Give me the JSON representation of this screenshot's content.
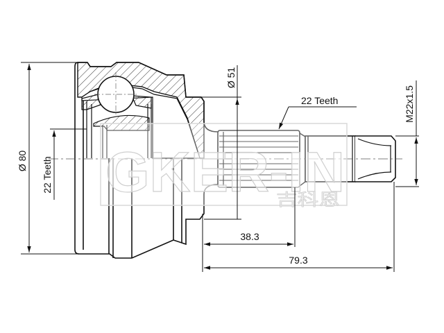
{
  "drawing": {
    "subject": "CV joint (outer) technical drawing",
    "colors": {
      "line": "#111111",
      "hatch": "#333333",
      "center_line": "#555555",
      "watermark": "#cfcfcf"
    }
  },
  "dimensions": {
    "outer_diameter": "Ø 80",
    "inner_spline_teeth": "22 Teeth",
    "seal_diameter": "Ø 51",
    "outer_spline_teeth": "22 Teeth",
    "thread": "M22x1.5",
    "shaft_length_spline": "38.3",
    "shaft_length_total": "79.3"
  },
  "watermark": {
    "latin": "GKER-IN",
    "chinese": "吉科恩"
  }
}
